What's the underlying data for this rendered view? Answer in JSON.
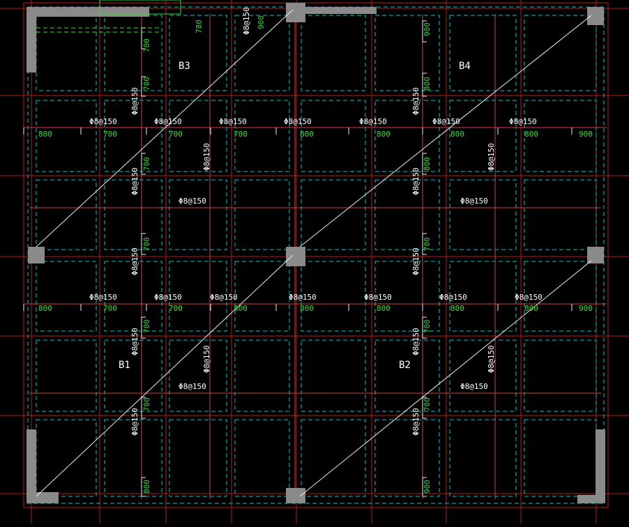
{
  "colors": {
    "background": "#000000",
    "slab_panel": "#00c8c8",
    "gridline": "#b31d1d",
    "rebar_line": "#f0f0f0",
    "rebar_red": "#d04040",
    "dim_text": "#33dd33",
    "label_text": "#ffffff",
    "column_fill": "#8a8a8a"
  },
  "slabs": [
    {
      "id": "slab-b3",
      "label": "B3"
    },
    {
      "id": "slab-b4",
      "label": "B4"
    },
    {
      "id": "slab-b1",
      "label": "B1"
    },
    {
      "id": "slab-b2",
      "label": "B2"
    }
  ],
  "rebar_spec": "Φ8@150",
  "dims_top_row": [
    "800",
    "700",
    "700",
    "700",
    "800",
    "800",
    "800",
    "800",
    "900"
  ],
  "dims_mid_row": [
    "800",
    "700",
    "700",
    "800",
    "800",
    "800",
    "800",
    "800",
    "900"
  ],
  "dims_vertical": {
    "top": [
      "780",
      "900",
      "900"
    ],
    "upper": [
      "700",
      "700",
      "800"
    ],
    "mid_upper": [
      "700",
      "800"
    ],
    "mid": [
      "700",
      "700"
    ],
    "lower": [
      "700",
      "700"
    ],
    "bottom": [
      "700",
      "700"
    ],
    "foot": [
      "800",
      "900"
    ]
  }
}
